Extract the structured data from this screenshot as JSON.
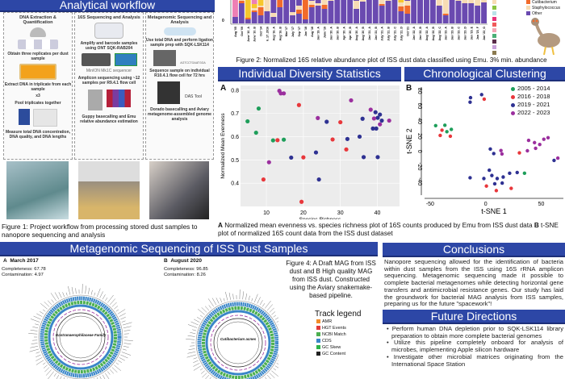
{
  "workflow": {
    "header": "Analytical workflow",
    "columns": [
      {
        "title": "DNA Extraction & Quantification",
        "steps": [
          "Obtain three replicates per dust sample",
          "Extract DNA in triplicate from each sample",
          "Pool triplicates together",
          "Measure total DNA concentration, DNA quality, and DNA lengths"
        ]
      },
      {
        "title": "16S Sequencing and Analysis",
        "steps": [
          "Amplify and barcode samples using ONT SQK-RAB204",
          "MinION Mk1C sequencer",
          "Amplicon sequencing using ~12 samples per R9.4.1 flow cell",
          "Guppy basecalling and Emu relative abundance estimation"
        ]
      },
      {
        "title": "Metagenomic Sequencing and Analysis",
        "steps": [
          "Use total DNA and perform ligation sample prep with SQK-LSK114",
          "Sequence sample on individual R10.4.1 flow cell for 72 hrs",
          "Dorado basecalling and Aviary metagenome-assembled genome analysis"
        ]
      }
    ],
    "small_labels": [
      "x3",
      "AGTCCTGAATGGA",
      "DAS Tool"
    ],
    "caption": "Figure 1: Project workflow from processing stored dust samples to nanopore sequencing and analysis"
  },
  "fig2": {
    "caption": "Figure 2: Normalized 16S relative abundance plot of ISS dust data classified using Emu. 3% min. abundance",
    "colors": {
      "Other": "#6a4ab0",
      "Cutibacterium": "#f26b2b",
      "Staphylococcus": "#f7dcb4",
      "yellow": "#f7c72c",
      "pink": "#ee7fb4",
      "cyan": "#7fd0e0"
    }
  },
  "chart_data": [
    {
      "type": "bar",
      "stacked": true,
      "title": "",
      "ylabel": "",
      "yticks": [
        "0"
      ],
      "categories": [
        "Aug '05",
        "Oct '09",
        "June '10_A",
        "June '10_B",
        "Oct '14",
        "6_17_2016",
        "Aug '16_A",
        "Aug '16_B",
        "Mar '17",
        "July '17",
        "Sep '17",
        "Jan '18",
        "Aug '18",
        "Jan '19_A",
        "June '19",
        "Jan '20_A",
        "Jan '20_B",
        "Apr '20_A",
        "Apr '20_B",
        "Aug '20_A",
        "Aug '20_B",
        "Jan '21_A",
        "Jan '21_B",
        "July '21_A",
        "July '21_B",
        "July '21_C",
        "July '21_D",
        "Oct '21",
        "Jan '22_A",
        "Jan '22_B",
        "Aug '22_A",
        "Aug '22_B",
        "Aug '22_C",
        "Jan '23_A",
        "Jan '23_B",
        "Jan '23_C",
        "Jan '23_D",
        "Jan '23_E",
        "Jan '23_F",
        "Jan '23_G"
      ],
      "series": [
        {
          "name": "Other",
          "values": [
            0.08,
            0.25,
            0.05,
            0.14,
            0.1,
            0.15,
            0.08,
            0.2,
            0.25,
            0.1,
            0.12,
            0.05,
            0.2,
            0.22,
            0.18,
            0.28,
            0.3,
            0.29,
            0.3,
            0.18,
            0.27,
            0.3,
            0.3,
            0.22,
            0.28,
            0.3,
            0.15,
            0.12,
            0.3,
            0.3,
            0.3,
            0.3,
            0.22,
            0.1,
            0.3,
            0.28,
            0.25,
            0.25,
            0.22,
            0.26
          ]
        },
        {
          "name": "Cutibacterium",
          "values": [
            0,
            0.03,
            0.02,
            0.02,
            0.1,
            0,
            0,
            0.1,
            0,
            0,
            0.05,
            0.3,
            0.03,
            0,
            0.05,
            0,
            0,
            0,
            0,
            0,
            0,
            0,
            0,
            0.02,
            0,
            0,
            0.06,
            0.1,
            0,
            0,
            0,
            0,
            0,
            0.02,
            0,
            0,
            0,
            0,
            0,
            0
          ]
        },
        {
          "name": "Staphylococcus",
          "values": [
            0,
            0.02,
            0,
            0.03,
            0.02,
            0.2,
            0.05,
            0,
            0,
            0.04,
            0.05,
            0,
            0.05,
            0.03,
            0.1,
            0.05,
            0.05,
            0,
            0.02,
            0.1,
            0.05,
            0.02,
            0,
            0.2,
            0.02,
            0.05,
            0.05,
            0.06,
            0,
            0,
            0,
            0,
            0.15,
            0.2,
            0,
            0.05,
            0.05,
            0.1,
            0.1,
            0.1
          ]
        },
        {
          "name": "",
          "values": [
            0,
            0,
            0.25,
            0.05,
            0.1,
            0,
            0,
            0,
            0,
            0,
            0,
            0,
            0,
            0,
            0,
            0,
            0,
            0,
            0,
            0,
            0,
            0,
            0,
            0,
            0,
            0,
            0.05,
            0,
            0,
            0,
            0,
            0,
            0,
            0,
            0,
            0,
            0,
            0,
            0,
            0
          ]
        },
        {
          "name": "",
          "values": [
            0.25,
            0,
            0,
            0.1,
            0,
            0,
            0,
            0,
            0,
            0,
            0,
            0.2,
            0,
            0,
            0,
            0,
            0,
            0,
            0,
            0,
            0,
            0,
            0,
            0,
            0,
            0,
            0,
            0,
            0,
            0,
            0,
            0,
            0,
            0,
            0,
            0,
            0,
            0,
            0,
            0
          ]
        }
      ],
      "legend": [
        "Other",
        "Cutibacterium",
        "Staphylococcus"
      ]
    },
    {
      "type": "scatter",
      "panel": "A",
      "xlabel": "Species Richness",
      "ylabel": "Normalized Mean Evenness",
      "xlim": [
        3,
        46
      ],
      "ylim": [
        0.3,
        0.82
      ],
      "xticks": [
        10,
        20,
        30,
        40
      ],
      "yticks": [
        0.4,
        0.5,
        0.6,
        0.7,
        0.8
      ],
      "series": [
        {
          "name": "2005 - 2014",
          "color": "#1e9e5a",
          "points": [
            [
              4.9,
              0.666
            ],
            [
              7.9,
              0.721
            ],
            [
              7.2,
              0.617
            ],
            [
              11.8,
              0.584
            ],
            [
              14.7,
              0.587
            ]
          ]
        },
        {
          "name": "2016 - 2018",
          "color": "#e8373b",
          "points": [
            [
              18.8,
              0.736
            ],
            [
              13,
              0.585
            ],
            [
              9.2,
              0.416
            ],
            [
              20,
              0.511
            ],
            [
              19.5,
              0.32
            ],
            [
              27.9,
              0.588
            ],
            [
              30,
              0.662
            ],
            [
              31.6,
              0.545
            ]
          ]
        },
        {
          "name": "2019 - 2021",
          "color": "#2e3192",
          "points": [
            [
              16.7,
              0.51
            ],
            [
              23.4,
              0.532
            ],
            [
              24.2,
              0.416
            ],
            [
              26.3,
              0.664
            ],
            [
              31.9,
              0.59
            ],
            [
              35.2,
              0.6
            ],
            [
              36,
              0.677
            ],
            [
              36.3,
              0.512
            ],
            [
              39.5,
              0.705
            ],
            [
              40.7,
              0.695
            ],
            [
              40.1,
              0.681
            ],
            [
              38.8,
              0.635
            ],
            [
              39.7,
              0.635
            ],
            [
              41.2,
              0.669
            ],
            [
              40.1,
              0.512
            ]
          ]
        },
        {
          "name": "2022 - 2023",
          "color": "#9b2f9e",
          "points": [
            [
              13.5,
              0.797
            ],
            [
              13.9,
              0.786
            ],
            [
              14.7,
              0.786
            ],
            [
              10.7,
              0.49
            ],
            [
              23.9,
              0.68
            ],
            [
              32.9,
              0.756
            ],
            [
              38.2,
              0.716
            ],
            [
              39.1,
              0.678
            ],
            [
              40.7,
              0.653
            ],
            [
              43.2,
              0.669
            ]
          ]
        }
      ]
    },
    {
      "type": "scatter",
      "panel": "B",
      "xlabel": "t-SNE 1",
      "ylabel": "t-SNE 2",
      "xlim": [
        -55,
        70
      ],
      "ylim": [
        -58,
        85
      ],
      "xticks": [
        -50,
        0,
        50
      ],
      "yticks": [
        -40,
        -20,
        0,
        20,
        40,
        60,
        80
      ],
      "legend_position": "top-right",
      "series": [
        {
          "name": "2005 - 2014",
          "color": "#1e9e5a",
          "points": [
            [
              -45,
              34
            ],
            [
              -36.7,
              34.5
            ],
            [
              -34.9,
              26
            ],
            [
              -30.9,
              29
            ],
            [
              35,
              -29
            ]
          ]
        },
        {
          "name": "2016 - 2018",
          "color": "#e8373b",
          "points": [
            [
              -39.3,
              28
            ],
            [
              -40.9,
              21
            ],
            [
              -31.8,
              20
            ],
            [
              -1.3,
              69
            ],
            [
              30.4,
              -2
            ],
            [
              0.7,
              -46
            ],
            [
              9.6,
              -52
            ],
            [
              23,
              -49
            ]
          ]
        },
        {
          "name": "2019 - 2021",
          "color": "#2e3192",
          "points": [
            [
              -14,
              65
            ],
            [
              -13.6,
              71
            ],
            [
              -3.6,
              75
            ],
            [
              4.2,
              3
            ],
            [
              7.3,
              -3
            ],
            [
              3.3,
              -25
            ],
            [
              5.6,
              -32
            ],
            [
              10.4,
              -36
            ],
            [
              -14,
              -35
            ],
            [
              -1.6,
              -36
            ],
            [
              15.8,
              -34
            ],
            [
              21.6,
              -29
            ],
            [
              28.4,
              -28
            ],
            [
              8.2,
              -43
            ],
            [
              14.9,
              -42
            ],
            [
              61.6,
              -12
            ]
          ]
        },
        {
          "name": "2022 - 2023",
          "color": "#9b2f9e",
          "points": [
            [
              13.8,
              1
            ],
            [
              14.7,
              -3.5
            ],
            [
              38.7,
              14.5
            ],
            [
              37.6,
              0.7
            ],
            [
              44,
              11.5
            ],
            [
              45,
              4
            ],
            [
              48.7,
              9
            ],
            [
              52.4,
              16
            ],
            [
              56.2,
              18
            ],
            [
              65,
              -9
            ]
          ]
        }
      ]
    }
  ],
  "diversity": {
    "header": "Individual Diversity Statistics",
    "panel_label": "A"
  },
  "clustering": {
    "header": "Chronological Clustering",
    "panel_label": "B"
  },
  "fig3": {
    "caption_a": "A",
    "caption_1": " Normalized mean evenness vs. species richness plot of 16S counts produced by Emu from ISS dust data ",
    "caption_b": "B",
    "caption_2": " t-SNE plot of normalized 16S count data from the ISS dust dataset"
  },
  "mag": {
    "header": "Metagenomic Sequencing of ISS Dust Samples",
    "a": {
      "label": "A",
      "date": "March 2017",
      "completeness": "Completeness: 67.78",
      "contamination": "Contamination: 4.97",
      "taxon": "Gastranaerophilaceae Family"
    },
    "b": {
      "label": "B",
      "date": "August 2020",
      "completeness": "Completeness: 96.85",
      "contamination": "Contamination: 8.26",
      "taxon": "Cutibacterium acnes"
    },
    "caption": "Figure 4: A Draft MAG from ISS dust and B High quality MAG from ISS dust. Constructed using the Aviary snakemake-based pipeline.",
    "track_legend": {
      "title": "Track legend",
      "items": [
        {
          "label": "AMR",
          "color": "#f28c28"
        },
        {
          "label": "HGT Events",
          "color": "#e23a3a"
        },
        {
          "label": "NCBI Match",
          "color": "#4caf50"
        },
        {
          "label": "CDS",
          "color": "#3a86c8"
        },
        {
          "label": "GC Skew",
          "color": "#2db34a"
        },
        {
          "label": "GC Content",
          "color": "#222222"
        }
      ]
    }
  },
  "conclusions": {
    "header": "Conclusions",
    "text": "Nanopore sequencing allowed for the identification of bacteria within dust samples from the ISS using 16S rRNA amplicon sequencing. Metagenomic sequencing made it possible to complete bacterial metagenomes while detecting horizontal gene transfers and antimicrobial resistance genes. Our study has laid the groundwork for bacterial MAG analysis from ISS samples, preparing us for the future \"spacework\"!"
  },
  "future": {
    "header": "Future Directions",
    "items": [
      "Perform human DNA depletion prior to SQK-LSK114 library preparation to obtain more complete bacterial genomes",
      "Utilize this pipeline completely onboard for analysis of microbes, implementing Apple silicon hardware",
      "Investigate other microbial matrices originating from the International Space Station"
    ]
  }
}
